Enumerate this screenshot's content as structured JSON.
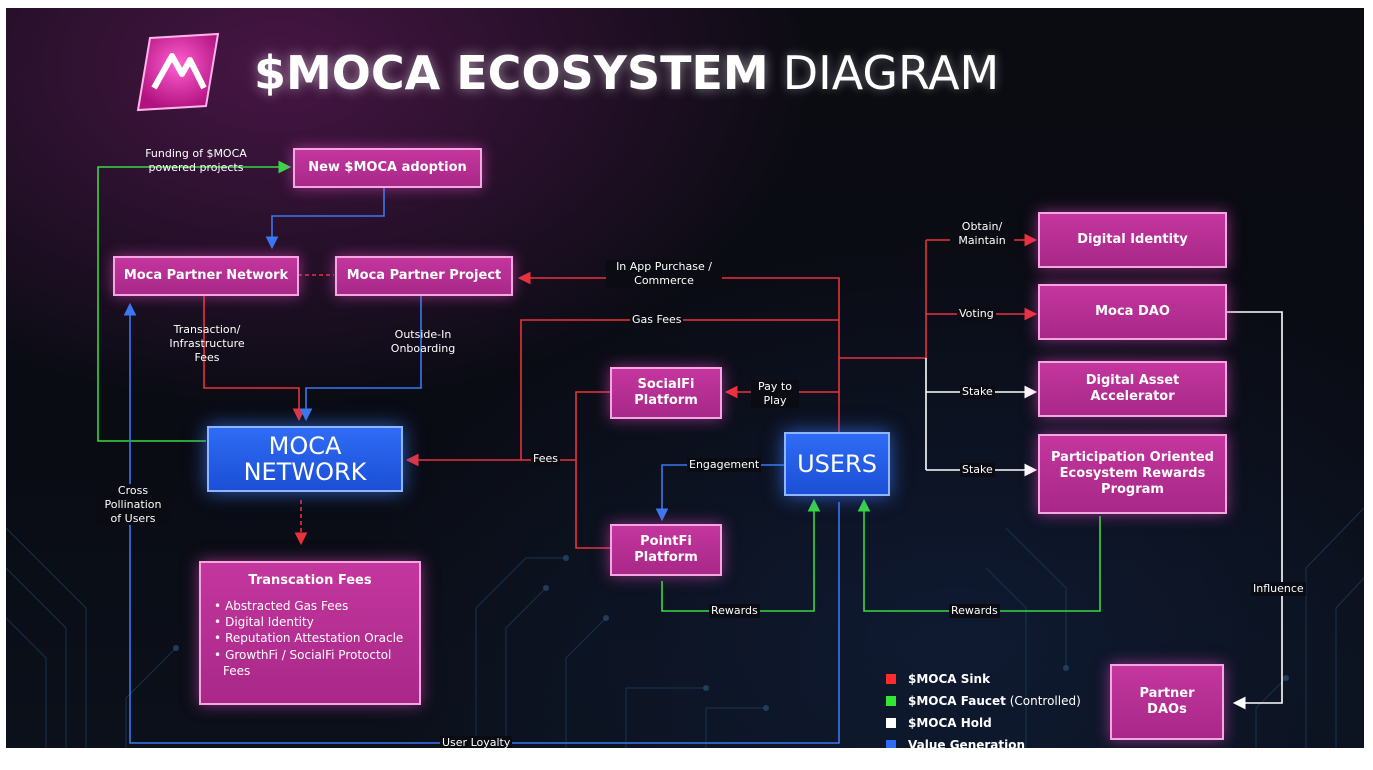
{
  "title": {
    "main": "$MOCA ECOSYSTEM",
    "sub": "DIAGRAM"
  },
  "nodes": {
    "new_moca_adoption": "New $MOCA adoption",
    "moca_partner_network": "Moca Partner Network",
    "moca_partner_project": "Moca Partner Project",
    "moca_network": "MOCA NETWORK",
    "socialfi_platform": "SocialFi Platform",
    "pointfi_platform": "PointFi Platform",
    "users": "USERS",
    "digital_identity": "Digital Identity",
    "moca_dao": "Moca DAO",
    "digital_asset_accelerator": "Digital Asset Accelerator",
    "participation_program": "Participation Oriented Ecosystem Rewards Program",
    "partner_daos": "Partner DAOs"
  },
  "transaction_fees": {
    "title": "Transcation Fees",
    "items": [
      "Abstracted Gas Fees",
      "Digital Identity",
      "Reputation Attestation Oracle",
      "GrowthFi / SocialFi Protoctol Fees"
    ]
  },
  "edge_labels": {
    "funding": "Funding of $MOCA powered projects",
    "transaction_infra": "Transaction/ Infrastructure Fees",
    "outside_in": "Outside-In Onboarding",
    "in_app_purchase": "In App Purchase / Commerce",
    "gas_fees": "Gas Fees",
    "pay_to_play": "Pay to Play",
    "fees": "Fees",
    "engagement": "Engagement",
    "rewards_pointfi": "Rewards",
    "rewards_program": "Rewards",
    "cross_pollination": "Cross Pollination of Users",
    "user_loyalty": "User Loyalty",
    "obtain_maintain": "Obtain/ Maintain",
    "voting": "Voting",
    "stake_accelerator": "Stake",
    "stake_program": "Stake",
    "influence": "Influence"
  },
  "legend": [
    {
      "strong": "$MOCA Sink",
      "rest": "",
      "color": "#ff2a2a"
    },
    {
      "strong": "$MOCA Faucet",
      "rest": " (Controlled)",
      "color": "#33e633"
    },
    {
      "strong": "$MOCA Hold",
      "rest": "",
      "color": "#ffffff"
    },
    {
      "strong": "Value Generation",
      "rest": "",
      "color": "#2f6cf5"
    }
  ],
  "colors": {
    "sink": "#e8323c",
    "faucet": "#39d843",
    "hold": "#ffffff",
    "value": "#3a78f0",
    "box": "#b52e92"
  }
}
